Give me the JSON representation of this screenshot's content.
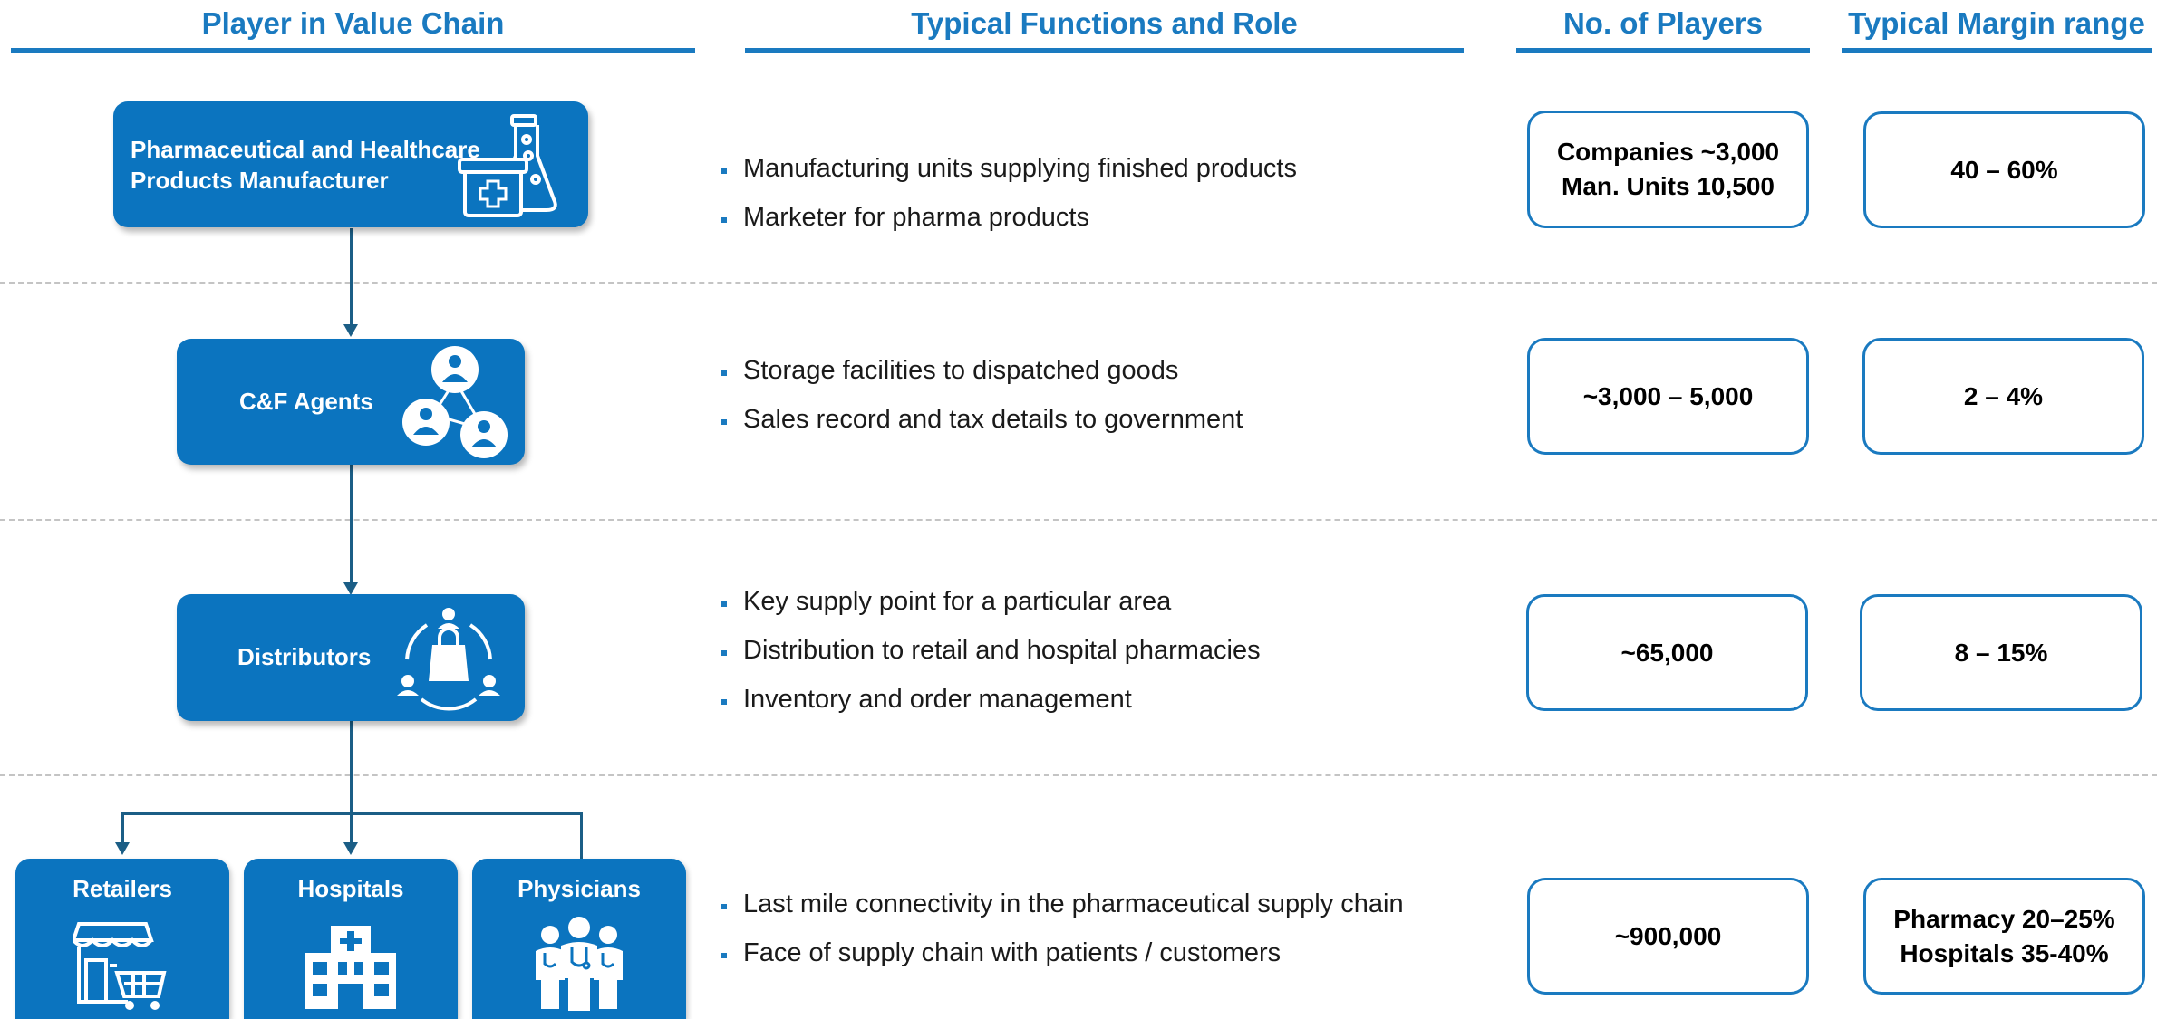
{
  "headers": {
    "player": "Player in Value Chain",
    "functions": "Typical Functions and Role",
    "num_players": "No. of Players",
    "margin": "Typical Margin range"
  },
  "rows": [
    {
      "player_lines": [
        "Pharmaceutical and Healthcare",
        "Products Manufacturer"
      ],
      "icon": "lab-flask-medical-kit-icon",
      "functions": [
        "Manufacturing units supplying finished products",
        "Marketer for pharma products"
      ],
      "players": [
        "Companies ~3,000",
        "Man. Units 10,500"
      ],
      "margin": [
        "40 – 60%"
      ]
    },
    {
      "player": "C&F Agents",
      "icon": "people-network-icon",
      "functions": [
        "Storage facilities to dispatched goods",
        "Sales record and tax details to government"
      ],
      "players": [
        "~3,000 – 5,000"
      ],
      "margin": [
        "2 – 4%"
      ]
    },
    {
      "player": "Distributors",
      "icon": "shopping-bag-people-cycle-icon",
      "functions": [
        "Key supply point for a particular area",
        "Distribution to retail and hospital pharmacies",
        "Inventory and order management"
      ],
      "players": [
        "~65,000"
      ],
      "margin": [
        "8 – 15%"
      ]
    },
    {
      "sub_players": [
        {
          "label": "Retailers",
          "icon": "store-cart-icon"
        },
        {
          "label": "Hospitals",
          "icon": "hospital-building-icon"
        },
        {
          "label": "Physicians",
          "icon": "doctors-group-icon"
        }
      ],
      "functions": [
        "Last mile connectivity in the pharmaceutical supply chain",
        "Face of supply chain with patients / customers"
      ],
      "players": [
        "~900,000"
      ],
      "margin": [
        "Pharmacy 20–25%",
        "Hospitals 35-40%"
      ]
    }
  ],
  "colors": {
    "accent": "#1a7ac0",
    "box_fill": "#0b74bf",
    "connector": "#1b5e86",
    "separator": "#c4c4c4"
  }
}
